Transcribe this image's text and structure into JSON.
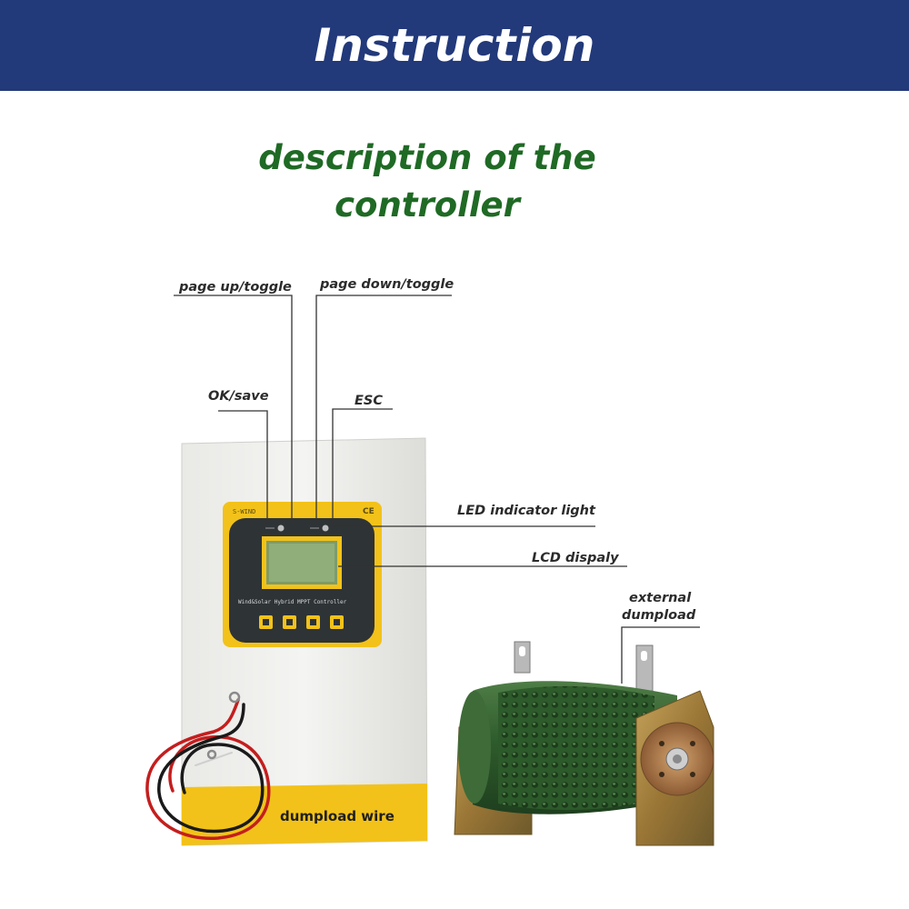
{
  "header": {
    "title": "Instruction"
  },
  "subtitle": "description of the controller",
  "callouts": {
    "page_up": "page up/toggle",
    "page_down": "page down/toggle",
    "ok_save": "OK/save",
    "esc": "ESC",
    "led": "LED indicator light",
    "lcd": "LCD dispaly",
    "dumpload_line1": "external",
    "dumpload_line2": "dumpload"
  },
  "controller": {
    "bottom_label": "dumpload wire",
    "ce_mark": "CE"
  },
  "colors": {
    "banner": "#22397a",
    "subtitle": "#1f6a25",
    "controller_accent": "#f2c21a",
    "resistor_body": "#2d5a2a"
  }
}
